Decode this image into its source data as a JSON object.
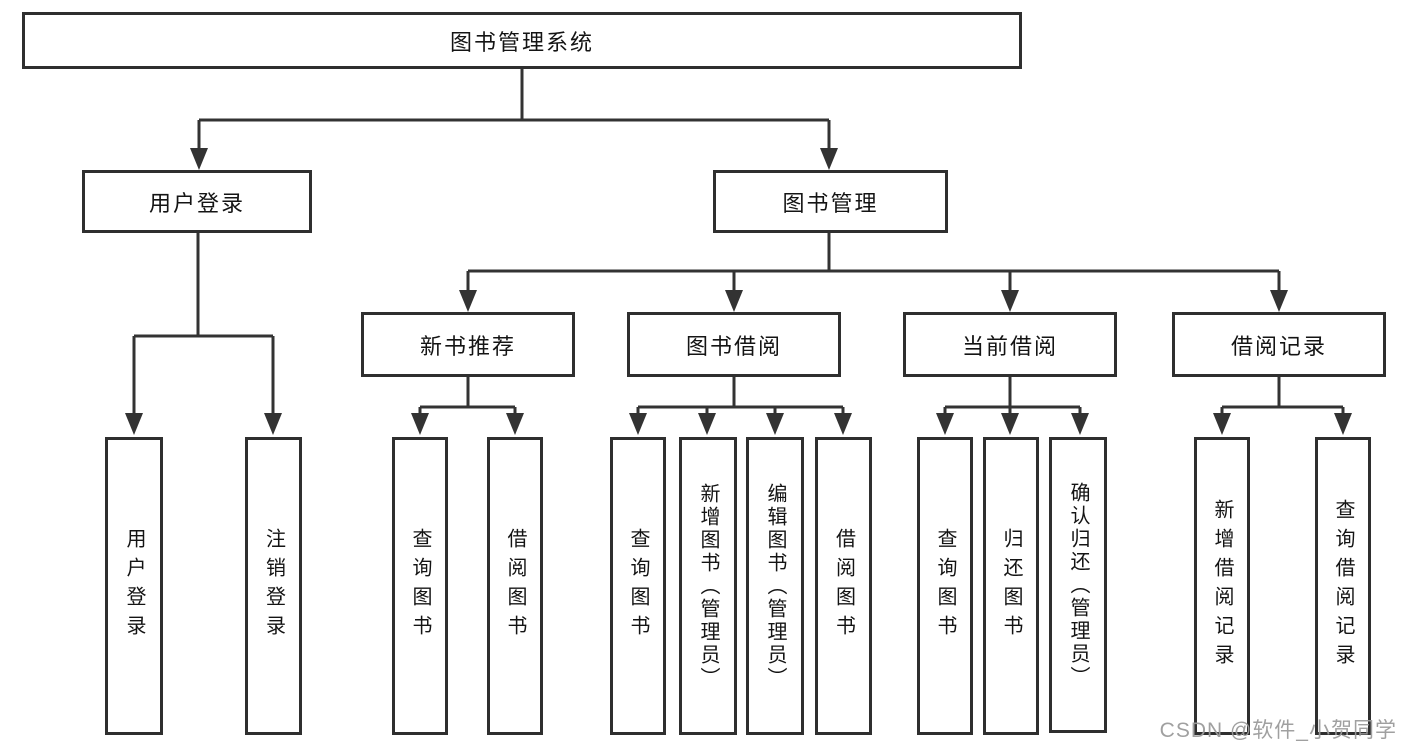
{
  "tree": {
    "root": {
      "label": "图书管理系统"
    },
    "branches": [
      {
        "label": "用户登录",
        "children": [
          {
            "label": "用户登录"
          },
          {
            "label": "注销登录"
          }
        ]
      },
      {
        "label": "图书管理",
        "children": [
          {
            "label": "新书推荐",
            "children": [
              {
                "label": "查询图书"
              },
              {
                "label": "借阅图书"
              }
            ]
          },
          {
            "label": "图书借阅",
            "children": [
              {
                "label": "查询图书"
              },
              {
                "label": "新增图书（管理员）"
              },
              {
                "label": "编辑图书（管理员）"
              },
              {
                "label": "借阅图书"
              }
            ]
          },
          {
            "label": "当前借阅",
            "children": [
              {
                "label": "查询图书"
              },
              {
                "label": "归还图书"
              },
              {
                "label": "确认归还（管理员）"
              }
            ]
          },
          {
            "label": "借阅记录",
            "children": [
              {
                "label": "新增借阅记录"
              },
              {
                "label": "查询借阅记录"
              }
            ]
          }
        ]
      }
    ]
  },
  "watermark": {
    "text": "CSDN @软件_小贺同学",
    "color": "#9b9b9b"
  },
  "colors": {
    "line": "#333333",
    "border": "#2f2f2f",
    "text": "#141414",
    "background": "#ffffff"
  }
}
